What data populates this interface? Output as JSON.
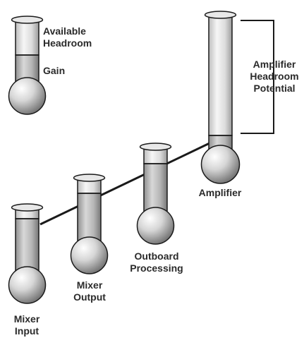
{
  "legend": {
    "available_headroom": "Available\nHeadroom",
    "gain": "Gain"
  },
  "stages": [
    {
      "label": "Mixer\nInput"
    },
    {
      "label": "Mixer\nOutput"
    },
    {
      "label": "Outboard\nProcessing"
    },
    {
      "label": "Amplifier"
    }
  ],
  "bracket_label": "Amplifier\nHeadroom\nPotential",
  "colors": {
    "stroke": "#1a1a1a",
    "glass_light": "#f4f4f4",
    "glass_mid": "#c9c9c9",
    "fill_light": "#d2d2d2",
    "fill_dark": "#8e8e8e"
  }
}
